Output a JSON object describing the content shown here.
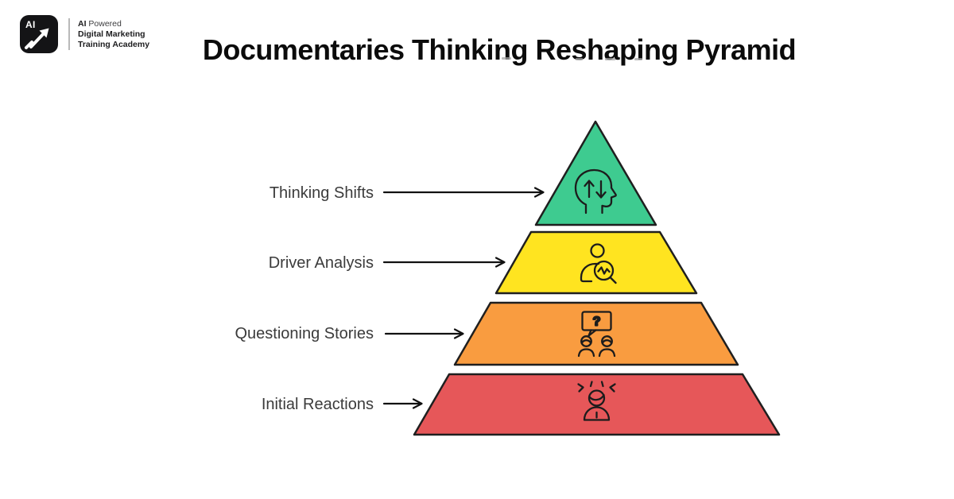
{
  "header": {
    "logo": {
      "badge_text": "AI",
      "line1_bold": "AI",
      "line1_rest": " Powered",
      "line2": "Digital Marketing",
      "line3": "Training Academy"
    },
    "title": "Documentaries Thinking Reshaping Pyramid"
  },
  "pyramid": {
    "levels": [
      {
        "label": "Thinking Shifts",
        "color": "#3ecb90",
        "icon": "head-with-arrows-icon"
      },
      {
        "label": "Driver Analysis",
        "color": "#ffe420",
        "icon": "person-magnifier-icon"
      },
      {
        "label": "Questioning Stories",
        "color": "#f99c40",
        "icon": "question-bubble-people-icon"
      },
      {
        "label": "Initial Reactions",
        "color": "#e65759",
        "icon": "stressed-person-icon"
      }
    ],
    "icons": {
      "question_mark": "?"
    },
    "outline_color": "#1f1f1f",
    "arrow_color": "#111111"
  }
}
